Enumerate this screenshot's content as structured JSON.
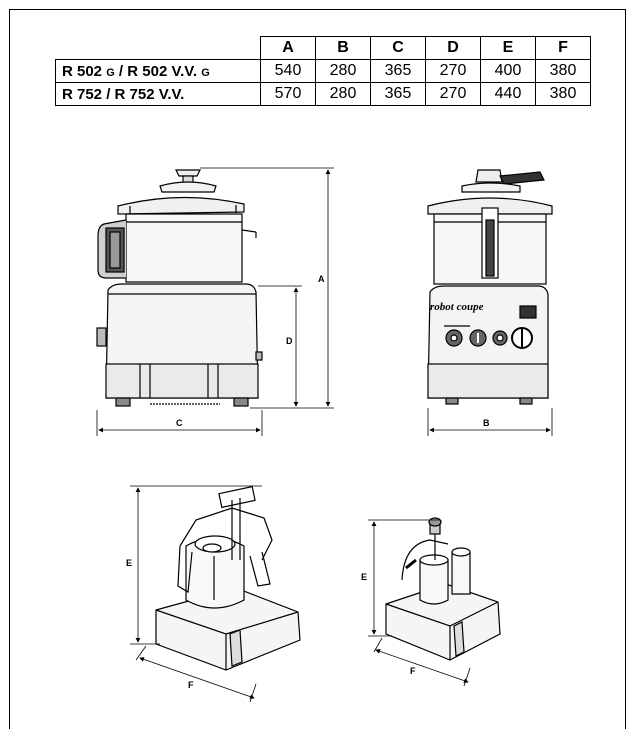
{
  "table": {
    "headers": [
      "A",
      "B",
      "C",
      "D",
      "E",
      "F"
    ],
    "rows": [
      {
        "model_main": "R 502 ",
        "model_small1": "G",
        "model_mid": " / R 502 V.V. ",
        "model_small2": "G",
        "values": [
          "540",
          "280",
          "365",
          "270",
          "400",
          "380"
        ]
      },
      {
        "model_main": "R 752 / R 752 V.V.",
        "model_small1": "",
        "model_mid": "",
        "model_small2": "",
        "values": [
          "570",
          "280",
          "365",
          "270",
          "440",
          "380"
        ]
      }
    ]
  },
  "figures": {
    "side_view": {
      "label_a": "A",
      "label_c": "C",
      "label_d": "D"
    },
    "front_view": {
      "label_b": "B",
      "brand": "robot coupe"
    },
    "veg_prep_large": {
      "label_e": "E",
      "label_f": "F"
    },
    "veg_prep_small": {
      "label_e": "E",
      "label_f": "F"
    }
  }
}
